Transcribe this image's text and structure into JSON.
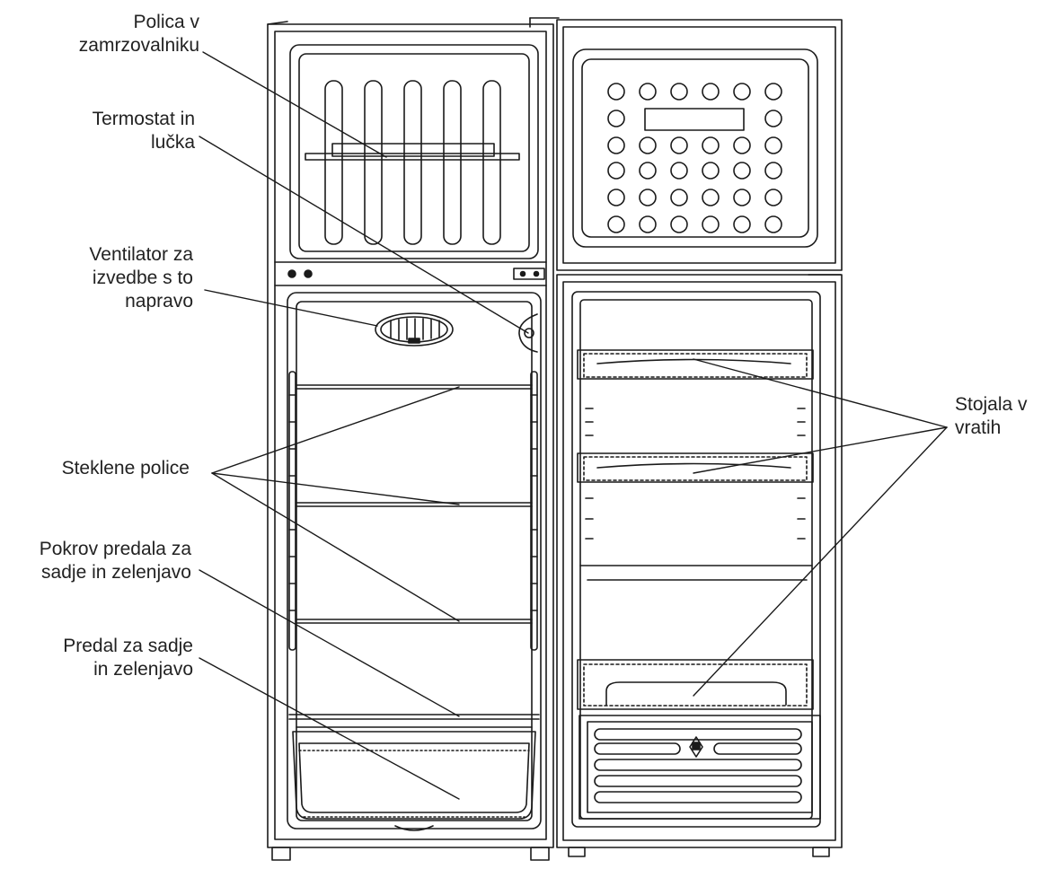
{
  "labels": {
    "freezer_shelf": "Polica v\nzamrzovalniku",
    "thermostat_lamp": "Termostat in\nlučka",
    "fan": "Ventilator za\nizvedbe s to\nnapravo",
    "glass_shelves": "Steklene police",
    "crisper_cover": "Pokrov predala za\nsadje in zelenjavo",
    "crisper_drawer": "Predal za sadje\nin zelenjavo",
    "door_racks": "Stojala v\nvratih"
  },
  "colors": {
    "line": "#1a1a1a",
    "text": "#222222",
    "background": "#ffffff"
  }
}
